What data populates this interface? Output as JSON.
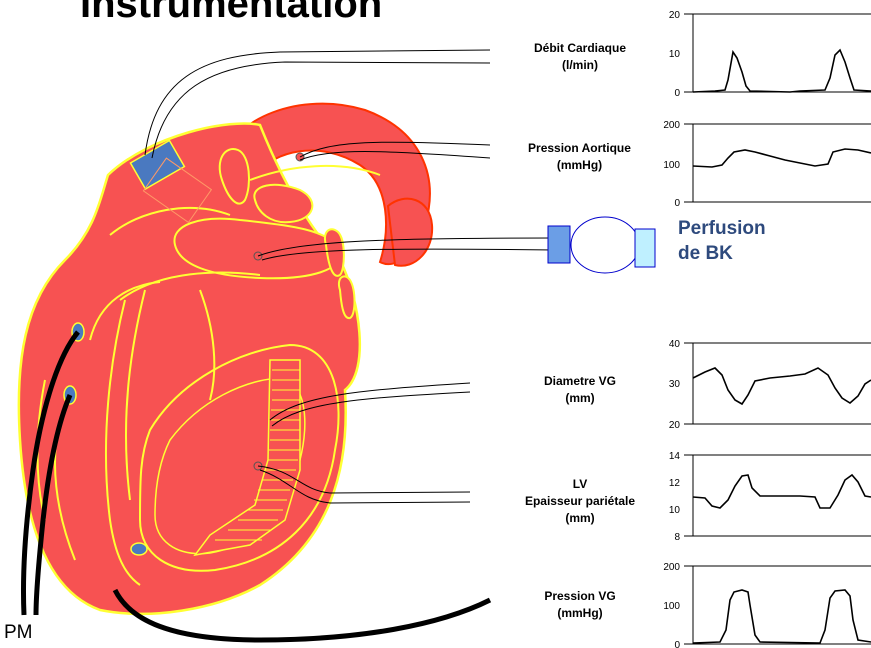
{
  "title": "Instrumentation",
  "pm_label": "PM",
  "perfusion": {
    "line1": "Perfusion",
    "line2": "de BK"
  },
  "colors": {
    "heart_fill": "#f75252",
    "heart_outline": "#ffff33",
    "perfusion_text": "#2e4a7d",
    "pump_stroke": "#0000cc",
    "pump_fill": "#99ccff",
    "probe_fill": "#4a79c0"
  },
  "traces": [
    {
      "id": "debit",
      "label_lines": [
        "Débit Cardiaque",
        "(l/min)"
      ],
      "y_ticks": [
        "20",
        "10",
        "0"
      ]
    },
    {
      "id": "aortique",
      "label_lines": [
        "Pression Aortique",
        "(mmHg)"
      ],
      "y_ticks": [
        "200",
        "100",
        "0"
      ]
    },
    {
      "id": "diametre",
      "label_lines": [
        "Diametre VG",
        "(mm)"
      ],
      "y_ticks": [
        "40",
        "30",
        "20"
      ]
    },
    {
      "id": "epaisseur",
      "label_lines": [
        "LV",
        "Epaisseur pariétale",
        "(mm)"
      ],
      "y_ticks": [
        "14",
        "12",
        "10",
        "8"
      ]
    },
    {
      "id": "pressionvg",
      "label_lines": [
        "Pression VG",
        "(mmHg)"
      ],
      "y_ticks": [
        "200",
        "100",
        "0"
      ]
    }
  ]
}
